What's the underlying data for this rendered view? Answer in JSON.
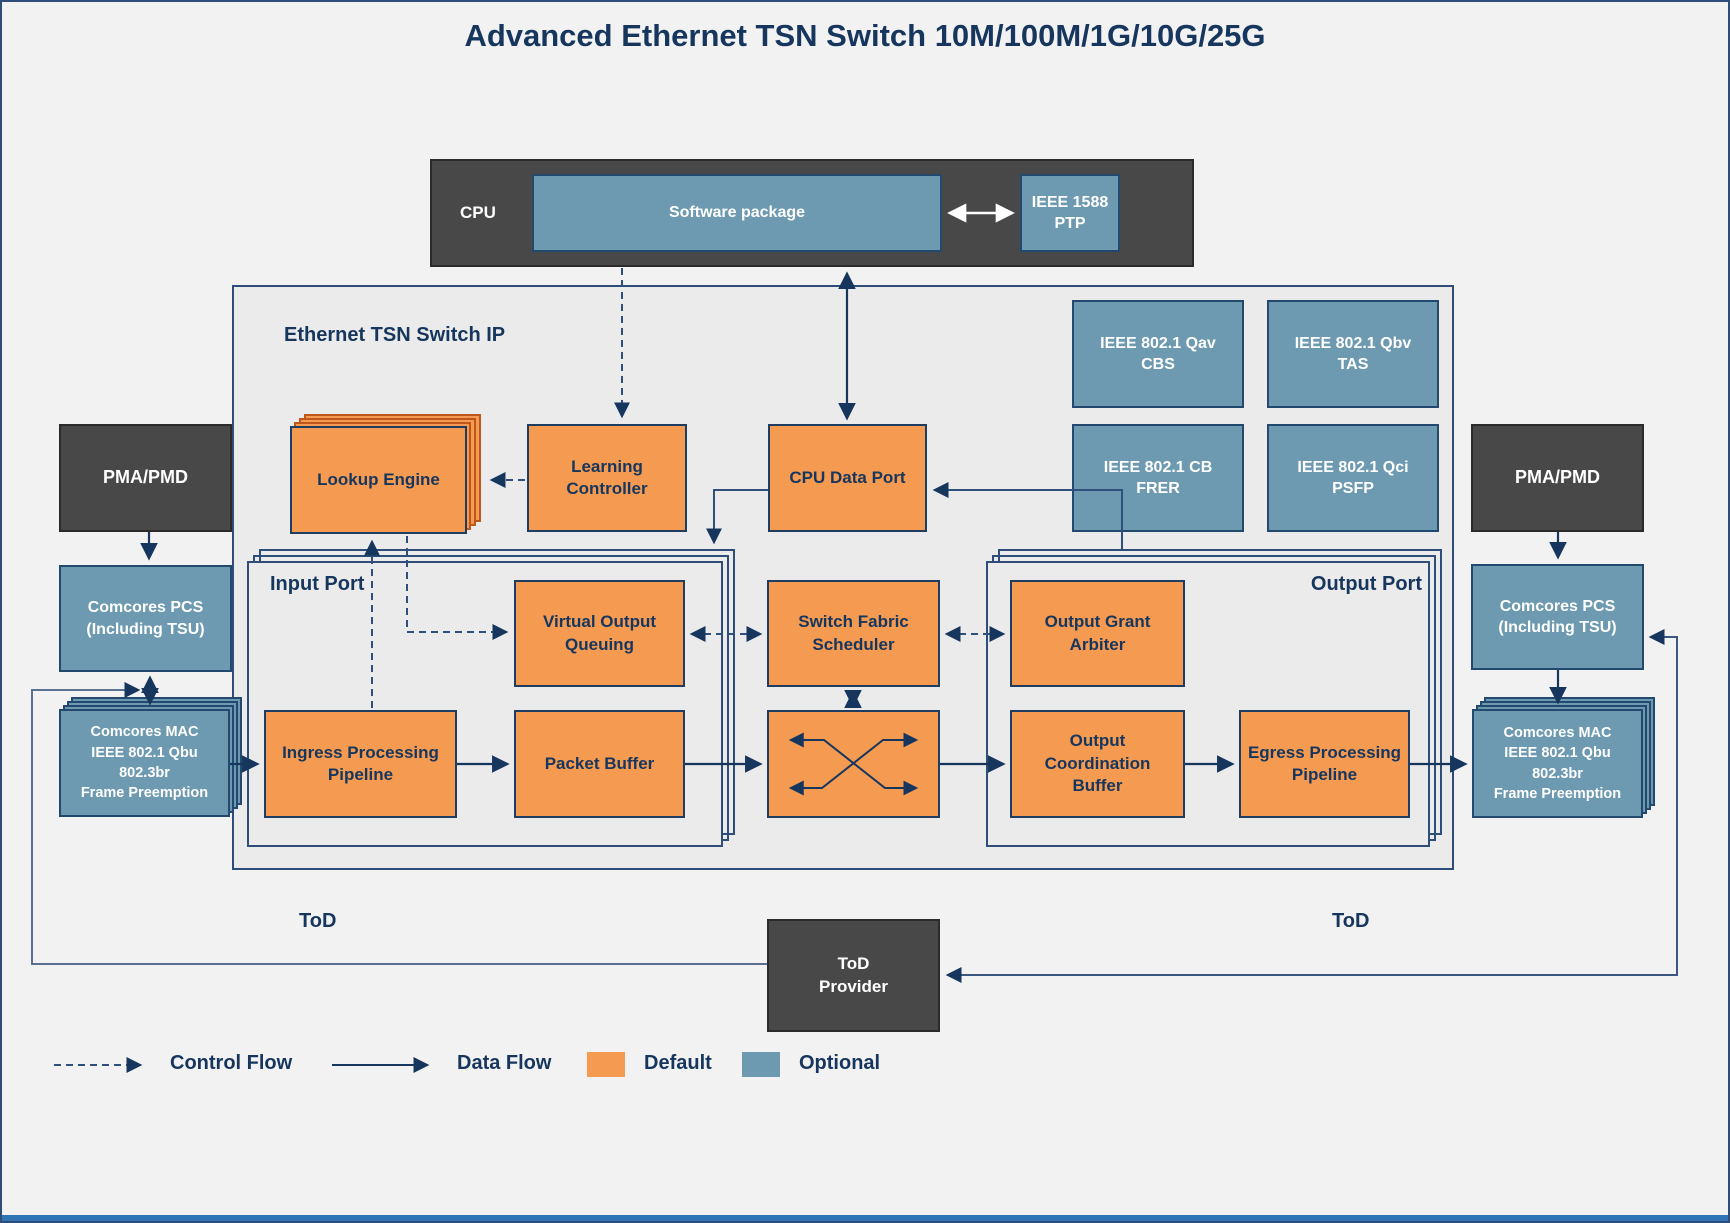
{
  "title": "Advanced Ethernet TSN Switch 10M/100M/1G/10G/25G",
  "cpu": {
    "label": "CPU",
    "software_package": "Software package",
    "ieee_1588_ptp": "IEEE 1588\nPTP"
  },
  "switch_ip_label": "Ethernet TSN Switch IP",
  "ieee_standards": [
    "IEEE 802.1 Qav\nCBS",
    "IEEE 802.1 Qbv\nTAS",
    "IEEE 802.1 CB\nFRER",
    "IEEE 802.1 Qci\nPSFP"
  ],
  "control_blocks": {
    "lookup_engine": "Lookup Engine",
    "learning_controller": "Learning\nController",
    "cpu_data_port": "CPU Data Port"
  },
  "input_port": {
    "label": "Input Port",
    "virtual_output_queuing": "Virtual Output\nQueuing",
    "ingress_processing_pipeline": "Ingress Processing\nPipeline",
    "packet_buffer": "Packet Buffer"
  },
  "fabric": {
    "switch_fabric_scheduler": "Switch Fabric\nScheduler"
  },
  "output_port": {
    "label": "Output Port",
    "output_grant_arbiter": "Output Grant\nArbiter",
    "output_coordination_buffer": "Output\nCoordination\nBuffer",
    "egress_processing_pipeline": "Egress Processing\nPipeline"
  },
  "left_phy": {
    "pma_pmd": "PMA/PMD",
    "pcs": "Comcores PCS\n(Including TSU)",
    "mac": "Comcores MAC\nIEEE 802.1 Qbu\n802.3br\nFrame Preemption"
  },
  "right_phy": {
    "pma_pmd": "PMA/PMD",
    "pcs": "Comcores PCS\n(Including TSU)",
    "mac": "Comcores MAC\nIEEE 802.1 Qbu\n802.3br\nFrame Preemption"
  },
  "tod": {
    "left_label": "ToD",
    "right_label": "ToD",
    "provider": "ToD\nProvider"
  },
  "legend": {
    "control_flow": "Control Flow",
    "data_flow": "Data Flow",
    "default_label": "Default",
    "optional_label": "Optional"
  },
  "colors": {
    "default_orange": "#F49A51",
    "optional_blue": "#6D9AB0",
    "dark_gray": "#484848",
    "navy": "#17365D",
    "container_gray": "#EBEBEC",
    "background": "#F2F2F3"
  }
}
